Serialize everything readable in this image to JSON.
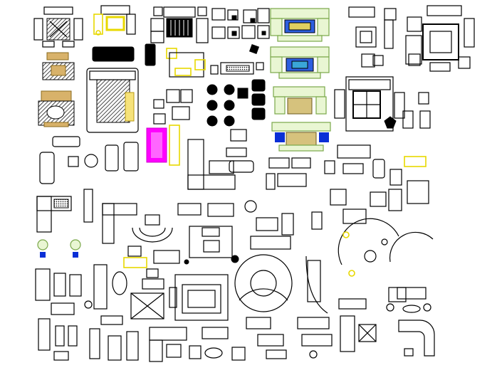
{
  "drawing": {
    "background": "#ffffff",
    "line_color": "#000000",
    "highlight_colors": {
      "yellow": "#e8d800",
      "green": "#7aa84a",
      "blue": "#0a2fd6",
      "magenta": "#ff00ff",
      "tan": "#d6c27d"
    },
    "symbols": [
      "living-room-set-plan",
      "sofa-plan",
      "armchair-plan",
      "coffee-table-plan",
      "corner-sofa-plan",
      "curved-sofa-plan",
      "dining-chair-plan",
      "round-table-plan",
      "rug-hatch-plan",
      "side-table-plan",
      "potted-plant-plan",
      "bar-stool-plan"
    ]
  }
}
